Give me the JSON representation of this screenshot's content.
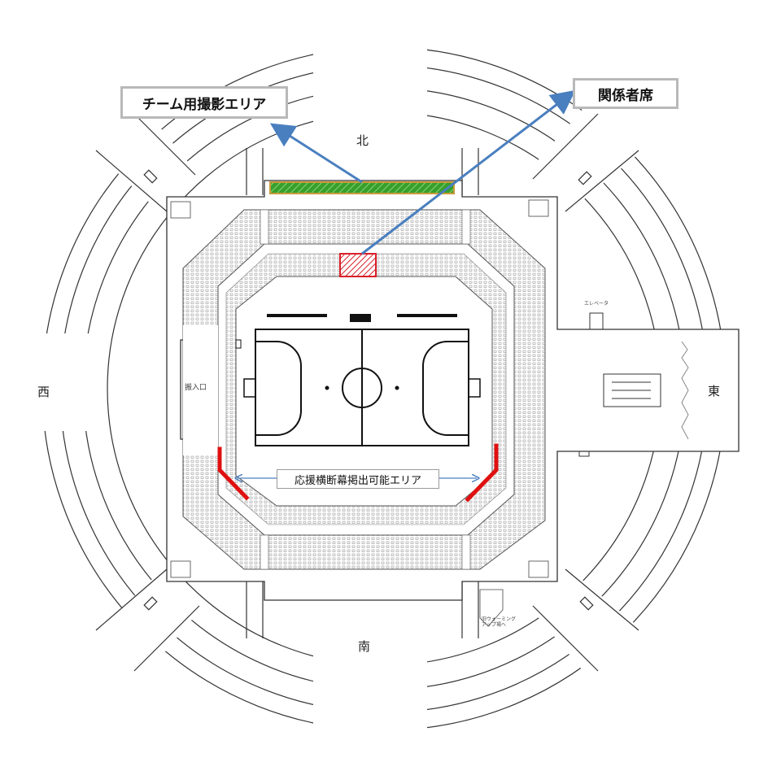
{
  "labels": {
    "team_photo_area": "チーム用撮影エリア",
    "officials_seats": "関係者席",
    "banner_area": "応援横断幕掲出可能エリア",
    "entrance": "搬入口",
    "elevator": "エレベータ",
    "warmup": "旧ウォーミングアップ場へ"
  },
  "directions": {
    "north": "北",
    "south": "南",
    "east": "東",
    "west": "西"
  },
  "colors": {
    "arrow_blue": "#4a7fbf",
    "photo_area_green": "#37a02a",
    "photo_area_border": "#c99a3a",
    "officials_red": "#d9202a",
    "banner_red": "#e01010",
    "line": "#333333"
  }
}
